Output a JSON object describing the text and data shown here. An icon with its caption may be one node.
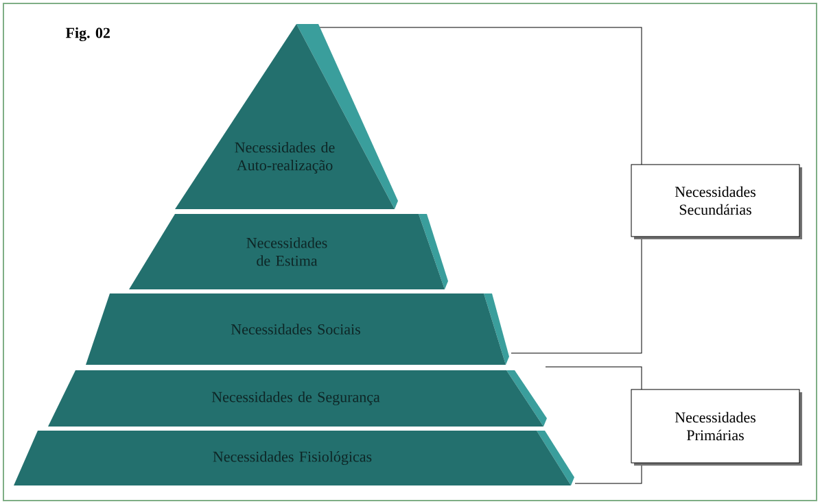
{
  "diagram": {
    "title": "Fig. 02",
    "nodes": [
      {
        "text": [
          "Necessidades de Auto-realização"
        ]
      },
      {
        "text": [
          "Necessidades de Estima"
        ]
      },
      {
        "text": [
          "Necessidades Sociais"
        ]
      },
      {
        "text": [
          "Necessidades de Segurança"
        ]
      },
      {
        "text": [
          "Necessidades Fisiológicas"
        ]
      },
      {
        "text": [
          "Necessidades Secundárias"
        ]
      },
      {
        "text": [
          "Necessidades Primárias"
        ]
      }
    ]
  }
}
